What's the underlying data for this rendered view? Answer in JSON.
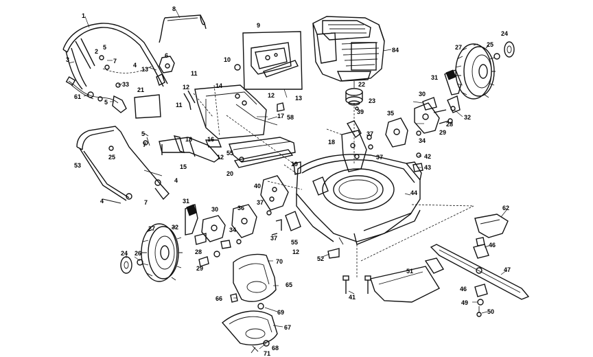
{
  "callouts": [
    {
      "id": "c1",
      "text": "1"
    },
    {
      "id": "c8",
      "text": "8"
    },
    {
      "id": "c9",
      "text": "9"
    },
    {
      "id": "c84",
      "text": "84"
    },
    {
      "id": "c24a",
      "text": "24"
    },
    {
      "id": "c25a",
      "text": "25"
    },
    {
      "id": "c27a",
      "text": "27"
    },
    {
      "id": "c31a",
      "text": "31"
    },
    {
      "id": "c32a",
      "text": "32"
    },
    {
      "id": "c28a",
      "text": "28"
    },
    {
      "id": "c29a",
      "text": "29"
    },
    {
      "id": "c30a",
      "text": "30"
    },
    {
      "id": "c34a",
      "text": "34"
    },
    {
      "id": "c35a",
      "text": "35"
    },
    {
      "id": "c22",
      "text": "22"
    },
    {
      "id": "c23",
      "text": "23"
    },
    {
      "id": "c39",
      "text": "39"
    },
    {
      "id": "c10",
      "text": "10"
    },
    {
      "id": "c13a",
      "text": "13"
    },
    {
      "id": "c3",
      "text": "3"
    },
    {
      "id": "c2",
      "text": "2"
    },
    {
      "id": "c7a",
      "text": "7"
    },
    {
      "id": "c5a",
      "text": "5"
    },
    {
      "id": "c13b",
      "text": "13"
    },
    {
      "id": "c6",
      "text": "6"
    },
    {
      "id": "c4a",
      "text": "4"
    },
    {
      "id": "c33",
      "text": "33"
    },
    {
      "id": "c61",
      "text": "61"
    },
    {
      "id": "c5b",
      "text": "5"
    },
    {
      "id": "c21",
      "text": "21"
    },
    {
      "id": "c11a",
      "text": "11"
    },
    {
      "id": "c12a",
      "text": "12"
    },
    {
      "id": "c14",
      "text": "14"
    },
    {
      "id": "c11b",
      "text": "11"
    },
    {
      "id": "c12b",
      "text": "12"
    },
    {
      "id": "c17",
      "text": "17"
    },
    {
      "id": "c58",
      "text": "58"
    },
    {
      "id": "c18a",
      "text": "18"
    },
    {
      "id": "c37a",
      "text": "37"
    },
    {
      "id": "c37b",
      "text": "37"
    },
    {
      "id": "c42",
      "text": "42"
    },
    {
      "id": "c43",
      "text": "43"
    },
    {
      "id": "c5c",
      "text": "5"
    },
    {
      "id": "c7b",
      "text": "7"
    },
    {
      "id": "c25b",
      "text": "25"
    },
    {
      "id": "c18b",
      "text": "18"
    },
    {
      "id": "c16",
      "text": "16"
    },
    {
      "id": "c12c",
      "text": "12"
    },
    {
      "id": "c53",
      "text": "53"
    },
    {
      "id": "c15",
      "text": "15"
    },
    {
      "id": "c4b",
      "text": "4"
    },
    {
      "id": "c55a",
      "text": "55"
    },
    {
      "id": "c20",
      "text": "20"
    },
    {
      "id": "c19",
      "text": "19"
    },
    {
      "id": "c40",
      "text": "40"
    },
    {
      "id": "c44",
      "text": "44"
    },
    {
      "id": "c7c",
      "text": "7"
    },
    {
      "id": "c4c",
      "text": "4"
    },
    {
      "id": "c31b",
      "text": "31"
    },
    {
      "id": "c30b",
      "text": "30"
    },
    {
      "id": "c36",
      "text": "36"
    },
    {
      "id": "c37c",
      "text": "37"
    },
    {
      "id": "c27b",
      "text": "27"
    },
    {
      "id": "c32b",
      "text": "32"
    },
    {
      "id": "c34b",
      "text": "34"
    },
    {
      "id": "c37d",
      "text": "37"
    },
    {
      "id": "c55b",
      "text": "55"
    },
    {
      "id": "c12d",
      "text": "12"
    },
    {
      "id": "c62",
      "text": "62"
    },
    {
      "id": "c28b",
      "text": "28"
    },
    {
      "id": "c29b",
      "text": "29"
    },
    {
      "id": "c24b",
      "text": "24"
    },
    {
      "id": "c26",
      "text": "26"
    },
    {
      "id": "c52",
      "text": "52"
    },
    {
      "id": "c70",
      "text": "70"
    },
    {
      "id": "c46a",
      "text": "46"
    },
    {
      "id": "c47",
      "text": "47"
    },
    {
      "id": "c51",
      "text": "51"
    },
    {
      "id": "c65",
      "text": "65"
    },
    {
      "id": "c66",
      "text": "66"
    },
    {
      "id": "c41",
      "text": "41"
    },
    {
      "id": "c46b",
      "text": "46"
    },
    {
      "id": "c49",
      "text": "49"
    },
    {
      "id": "c50",
      "text": "50"
    },
    {
      "id": "c69",
      "text": "69"
    },
    {
      "id": "c67",
      "text": "67"
    },
    {
      "id": "c68",
      "text": "68"
    },
    {
      "id": "c71",
      "text": "71"
    }
  ]
}
